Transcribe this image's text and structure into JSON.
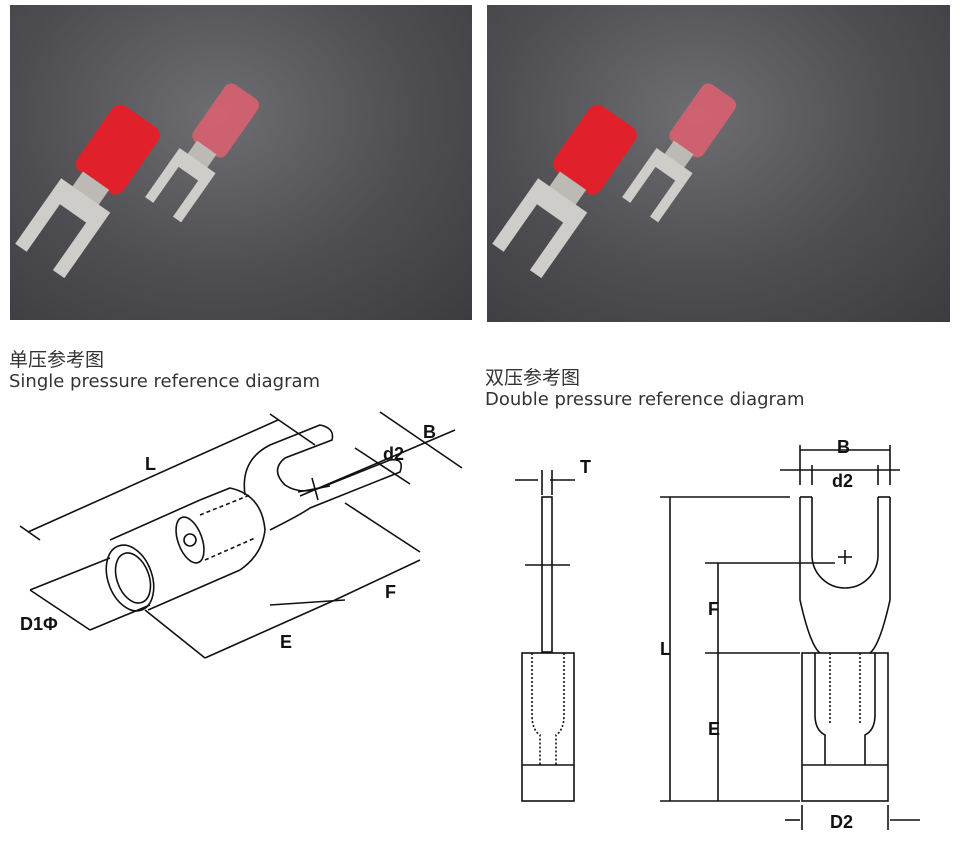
{
  "single": {
    "title_zh": "单压参考图",
    "title_en": "Single pressure reference diagram",
    "labels": {
      "L": "L",
      "B": "B",
      "d2": "d2",
      "F": "F",
      "E": "E",
      "D1": "D1Φ"
    }
  },
  "double": {
    "title_zh": "双压参考图",
    "title_en": "Double pressure reference diagram",
    "labels": {
      "T": "T",
      "B": "B",
      "d2": "d2",
      "F": "F",
      "L": "L",
      "E": "E",
      "D2": "D2"
    }
  },
  "colors": {
    "insulation": "#e0202a",
    "nylon": "#d84a5a",
    "metal": "#c8c6c2",
    "background": "#4f4f53"
  }
}
